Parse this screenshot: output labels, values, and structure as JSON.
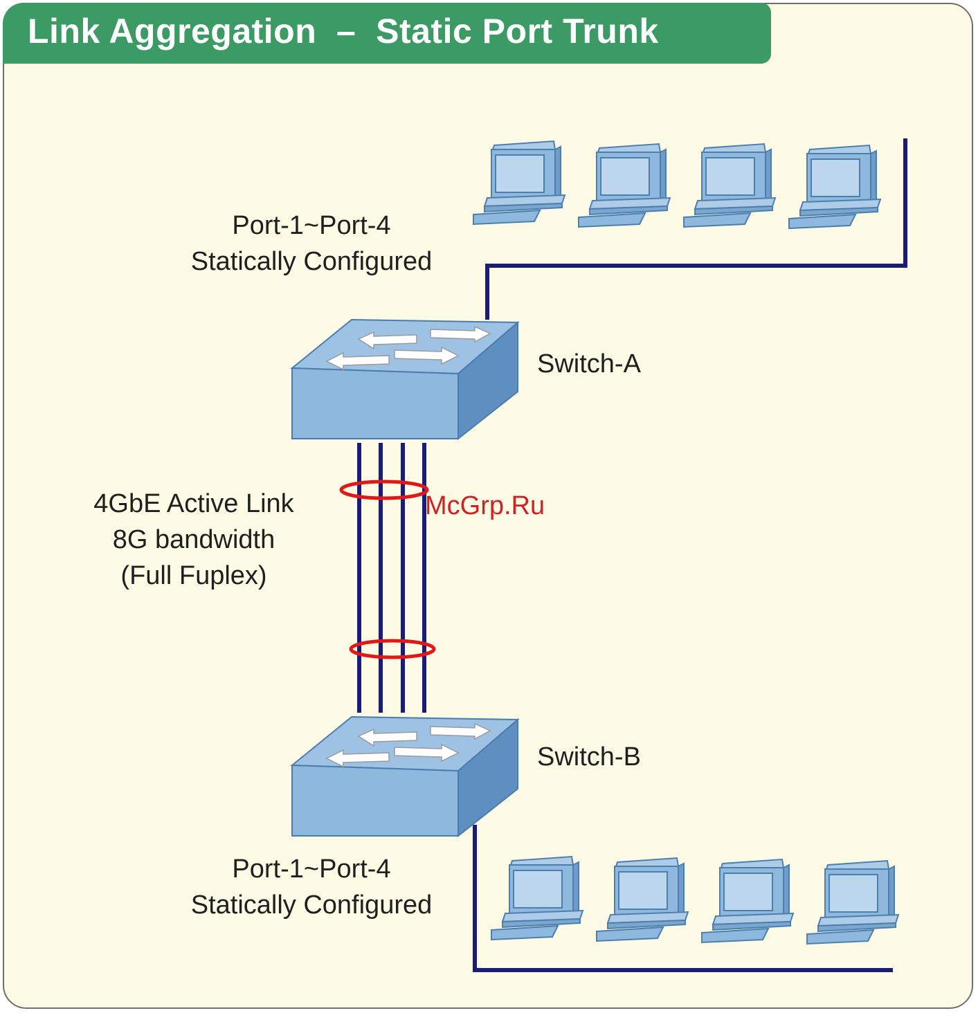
{
  "title": "Link Aggregation  –  Static Port Trunk",
  "labels": {
    "top_ports_line1": "Port-1~Port-4",
    "top_ports_line2": "Statically Configured",
    "switch_a": "Switch-A",
    "link_line1": "4GbE Active Link",
    "link_line2": "8G bandwidth",
    "link_line3": "(Full Fuplex)",
    "switch_b": "Switch-B",
    "bottom_ports_line1": "Port-1~Port-4",
    "bottom_ports_line2": "Statically Configured"
  },
  "watermark": "McGrp.Ru",
  "icons": {
    "computer": "computer-icon",
    "switch": "switch-icon",
    "aggregation_ring": "aggregation-ring-icon"
  },
  "colors": {
    "background": "#fdfbe5",
    "title_bar": "#3c9a64",
    "cable": "#1b1b7a",
    "device_blue": "#8fb8de",
    "ring": "#e01818",
    "watermark": "#d42020"
  }
}
